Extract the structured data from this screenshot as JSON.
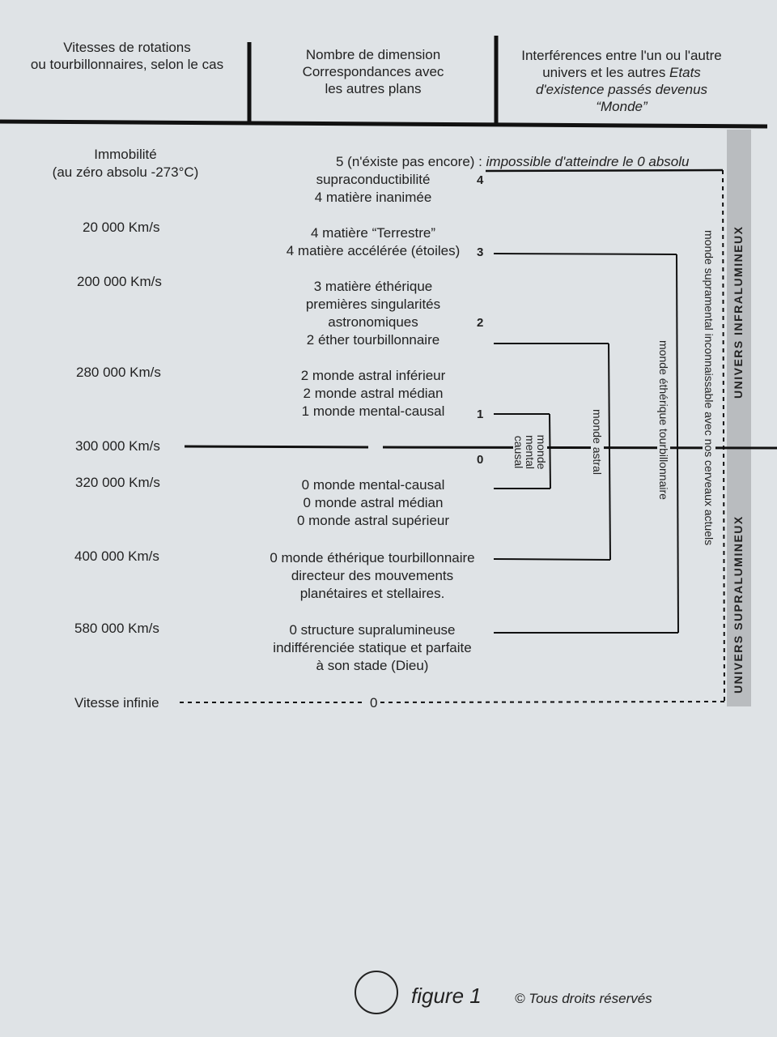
{
  "header": {
    "col1": [
      "Vitesses de rotations",
      "ou tourbillonnaires, selon le cas"
    ],
    "col2": [
      "Nombre de dimension",
      "Correspondances avec",
      "les autres plans"
    ],
    "col3_line1": "Interférences entre l'un ou l'autre",
    "col3_line2_normal": "univers et les autres ",
    "col3_line2_italic": "Etats",
    "col3_line3": "d'existence passés devenus",
    "col3_line4": "“Monde”"
  },
  "speeds": {
    "immobilite": [
      "Immobilité",
      "(au zéro absolu -273°C)"
    ],
    "s20000": "20 000 Km/s",
    "s200000": "200 000 Km/s",
    "s280000": "280 000 Km/s",
    "s300000": "300 000 Km/s",
    "s320000": "320 000 Km/s",
    "s400000": "400 000 Km/s",
    "s580000": "580 000 Km/s",
    "infinie": "Vitesse infinie"
  },
  "dimensions": {
    "d5_normal": "5 (n'éxiste pas encore) : ",
    "d5_italic": "impossible d'atteindre le 0 absolu",
    "d4": [
      "supraconductibilité",
      "4 matière inanimée"
    ],
    "d3": [
      "4 matière “Terrestre”",
      "4 matière accélérée (étoiles)"
    ],
    "d2": [
      "3 matière éthérique",
      "premières singularités",
      "astronomiques",
      "2 éther tourbillonnaire"
    ],
    "d1": [
      "2 monde astral inférieur",
      "2 monde astral médian",
      "1 monde mental-causal"
    ],
    "d0a": [
      "0 monde mental-causal",
      "0 monde astral médian",
      "0 monde astral supérieur"
    ],
    "d0b": [
      "0 monde éthérique tourbillonnaire",
      "directeur des mouvements",
      "planétaires et stellaires."
    ],
    "d0c": [
      "0 structure supralumineuse",
      "indifférenciée statique et parfaite",
      "à son stade (Dieu)"
    ],
    "zero_infinie": "0"
  },
  "numbers": {
    "n4": "4",
    "n3": "3",
    "n2": "2",
    "n1": "1",
    "n0": "0"
  },
  "worlds": {
    "mental": [
      "monde",
      "mental",
      "causal"
    ],
    "astral": "monde astral",
    "etherique": "monde éthérique tourbillonnaire",
    "supramental": "monde supramental inconnaissable avec nos cerveaux actuels"
  },
  "universes": {
    "infra": "UNIVERS INFRALUMINEUX",
    "supra": "UNIVERS SUPRALUMINEUX"
  },
  "footer": {
    "figure": "figure 1",
    "copyright": "© Tous droits réservés"
  }
}
